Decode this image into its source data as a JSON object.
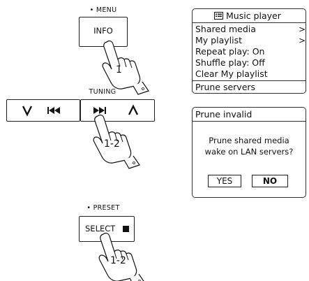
{
  "menu_button": {
    "caption": "• MENU",
    "label": "INFO",
    "step": "1"
  },
  "tuning": {
    "caption": "TUNING",
    "step": "1-2"
  },
  "preset": {
    "caption": "• PRESET",
    "label": "SELECT",
    "step": "1-2"
  },
  "music_player_screen": {
    "title": "Music player",
    "items": [
      {
        "label": "Shared media",
        "arrow": ">"
      },
      {
        "label": "My playlist",
        "arrow": ">"
      },
      {
        "label": "Repeat play: On",
        "arrow": ""
      },
      {
        "label": "Shuffle play: Off",
        "arrow": ""
      },
      {
        "label": "Clear My playlist",
        "arrow": ""
      },
      {
        "label": "Prune servers",
        "arrow": ""
      }
    ]
  },
  "prune_dialog": {
    "title": "Prune invalid",
    "message_line1": "Prune shared media",
    "message_line2": "wake on LAN servers?",
    "yes_label": "YES",
    "no_label": "NO"
  },
  "icons": {
    "menu": "menu-list-icon",
    "tune_down": "chevron-down-icon",
    "prev": "skip-back-icon",
    "next": "skip-forward-icon",
    "tune_up": "chevron-up-icon",
    "select": "square-stop-icon",
    "hand": "pointing-hand-icon"
  }
}
